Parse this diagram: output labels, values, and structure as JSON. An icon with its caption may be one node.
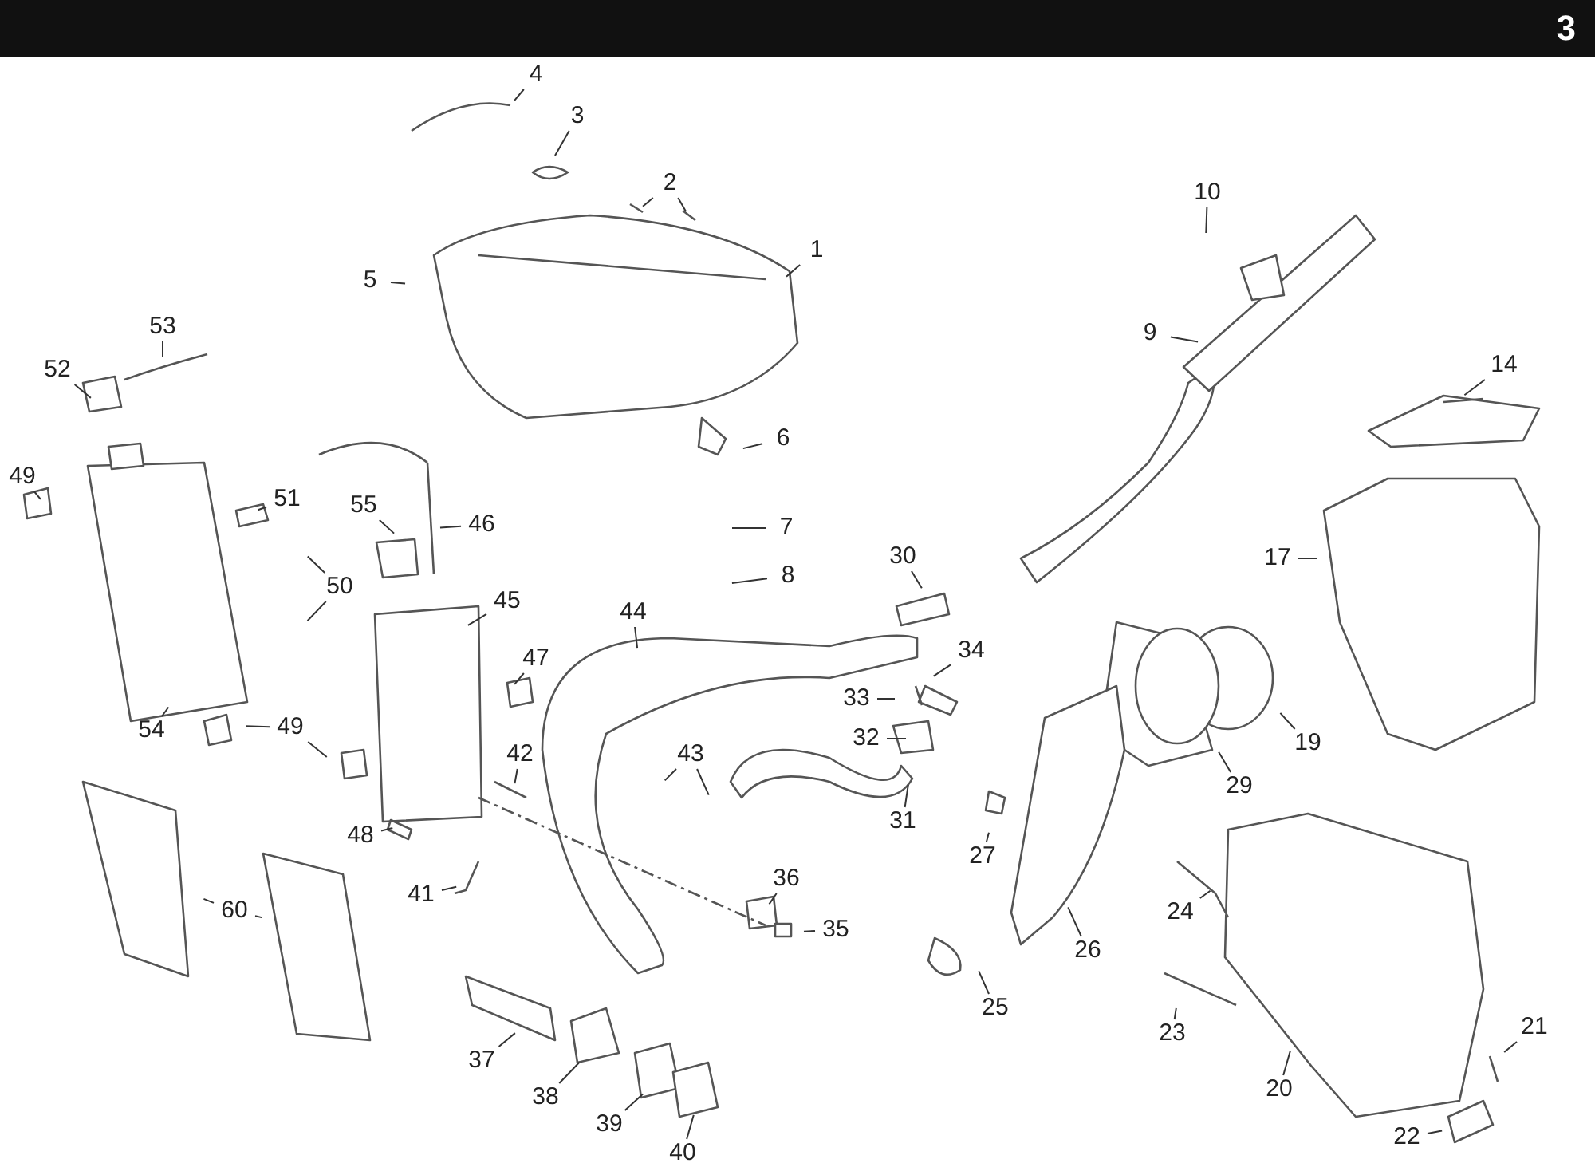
{
  "diagram": {
    "nodes": [
      {
        "text": [
          "4"
        ]
      },
      {
        "text": [
          "3"
        ]
      },
      {
        "text": [
          "2"
        ]
      },
      {
        "text": [
          "10"
        ]
      },
      {
        "text": [
          "1"
        ]
      },
      {
        "text": [
          "5"
        ]
      },
      {
        "text": [
          "53"
        ]
      },
      {
        "text": [
          "9"
        ]
      },
      {
        "text": [
          "52"
        ]
      },
      {
        "text": [
          "14"
        ]
      },
      {
        "text": [
          "6"
        ]
      },
      {
        "text": [
          "49"
        ]
      },
      {
        "text": [
          "51"
        ]
      },
      {
        "text": [
          "55"
        ]
      },
      {
        "text": [
          "46"
        ]
      },
      {
        "text": [
          "7"
        ]
      },
      {
        "text": [
          "30"
        ]
      },
      {
        "text": [
          "17"
        ]
      },
      {
        "text": [
          "8"
        ]
      },
      {
        "text": [
          "50"
        ]
      },
      {
        "text": [
          "45"
        ]
      },
      {
        "text": [
          "44"
        ]
      },
      {
        "text": [
          "34"
        ]
      },
      {
        "text": [
          "47"
        ]
      },
      {
        "text": [
          "33"
        ]
      },
      {
        "text": [
          "49"
        ]
      },
      {
        "text": [
          "54"
        ]
      },
      {
        "text": [
          "32"
        ]
      },
      {
        "text": [
          "19"
        ]
      },
      {
        "text": [
          "42"
        ]
      },
      {
        "text": [
          "43"
        ]
      },
      {
        "text": [
          "29"
        ]
      },
      {
        "text": [
          "31"
        ]
      },
      {
        "text": [
          "27"
        ]
      },
      {
        "text": [
          "48"
        ]
      },
      {
        "text": [
          "36"
        ]
      },
      {
        "text": [
          "41"
        ]
      },
      {
        "text": [
          "60"
        ]
      },
      {
        "text": [
          "24"
        ]
      },
      {
        "text": [
          "35"
        ]
      },
      {
        "text": [
          "26"
        ]
      },
      {
        "text": [
          "25"
        ]
      },
      {
        "text": [
          "21"
        ]
      },
      {
        "text": [
          "23"
        ]
      },
      {
        "text": [
          "37"
        ]
      },
      {
        "text": [
          "20"
        ]
      },
      {
        "text": [
          "38"
        ]
      },
      {
        "text": [
          "39"
        ]
      },
      {
        "text": [
          "22"
        ]
      },
      {
        "text": [
          "40"
        ]
      }
    ],
    "edges": [
      {
        "from": 0,
        "to": null,
        "arrow": "none"
      },
      {
        "from": 1,
        "to": null,
        "arrow": "none"
      },
      {
        "from": 2,
        "to": null,
        "arrow": "none"
      },
      {
        "from": 2,
        "to": null,
        "arrow": "none"
      },
      {
        "from": 3,
        "to": null,
        "arrow": "none"
      },
      {
        "from": 4,
        "to": null,
        "arrow": "none"
      },
      {
        "from": 5,
        "to": null,
        "arrow": "none"
      },
      {
        "from": 6,
        "to": null,
        "arrow": "none"
      },
      {
        "from": 7,
        "to": null,
        "arrow": "none"
      },
      {
        "from": 8,
        "to": null,
        "arrow": "none"
      },
      {
        "from": 9,
        "to": null,
        "arrow": "none"
      },
      {
        "from": 10,
        "to": null,
        "arrow": "none"
      },
      {
        "from": 11,
        "to": null,
        "arrow": "none"
      },
      {
        "from": 12,
        "to": null,
        "arrow": "none"
      },
      {
        "from": 13,
        "to": null,
        "arrow": "none"
      },
      {
        "from": 14,
        "to": null,
        "arrow": "none"
      },
      {
        "from": 15,
        "to": null,
        "arrow": "none"
      },
      {
        "from": 16,
        "to": null,
        "arrow": "none"
      },
      {
        "from": 17,
        "to": null,
        "arrow": "none"
      },
      {
        "from": 18,
        "to": null,
        "arrow": "none"
      },
      {
        "from": 19,
        "to": null,
        "arrow": "none"
      },
      {
        "from": 19,
        "to": null,
        "arrow": "none"
      },
      {
        "from": 20,
        "to": null,
        "arrow": "none"
      },
      {
        "from": 21,
        "to": null,
        "arrow": "none"
      },
      {
        "from": 22,
        "to": null,
        "arrow": "none"
      },
      {
        "from": 23,
        "to": null,
        "arrow": "none"
      },
      {
        "from": 24,
        "to": null,
        "arrow": "none"
      },
      {
        "from": 25,
        "to": null,
        "arrow": "none"
      },
      {
        "from": 25,
        "to": null,
        "arrow": "none"
      },
      {
        "from": 26,
        "to": null,
        "arrow": "none"
      },
      {
        "from": 27,
        "to": null,
        "arrow": "none"
      },
      {
        "from": 28,
        "to": null,
        "arrow": "none"
      },
      {
        "from": 29,
        "to": null,
        "arrow": "none"
      },
      {
        "from": 30,
        "to": null,
        "arrow": "none"
      },
      {
        "from": 30,
        "to": null,
        "arrow": "none"
      },
      {
        "from": 31,
        "to": null,
        "arrow": "none"
      },
      {
        "from": 32,
        "to": null,
        "arrow": "none"
      },
      {
        "from": 33,
        "to": null,
        "arrow": "none"
      },
      {
        "from": 34,
        "to": null,
        "arrow": "none"
      },
      {
        "from": 35,
        "to": null,
        "arrow": "none"
      },
      {
        "from": 36,
        "to": null,
        "arrow": "none"
      },
      {
        "from": 37,
        "to": null,
        "arrow": "none"
      },
      {
        "from": 37,
        "to": null,
        "arrow": "none"
      },
      {
        "from": 38,
        "to": null,
        "arrow": "none"
      },
      {
        "from": 39,
        "to": null,
        "arrow": "none"
      },
      {
        "from": 40,
        "to": null,
        "arrow": "none"
      },
      {
        "from": 41,
        "to": null,
        "arrow": "none"
      },
      {
        "from": 42,
        "to": null,
        "arrow": "none"
      },
      {
        "from": 43,
        "to": null,
        "arrow": "none"
      },
      {
        "from": 44,
        "to": null,
        "arrow": "none"
      },
      {
        "from": 45,
        "to": null,
        "arrow": "none"
      },
      {
        "from": 46,
        "to": null,
        "arrow": "none"
      },
      {
        "from": 47,
        "to": null,
        "arrow": "none"
      },
      {
        "from": 48,
        "to": null,
        "arrow": "none"
      },
      {
        "from": 49,
        "to": null,
        "arrow": "none"
      }
    ],
    "labels": [
      "3"
    ]
  }
}
